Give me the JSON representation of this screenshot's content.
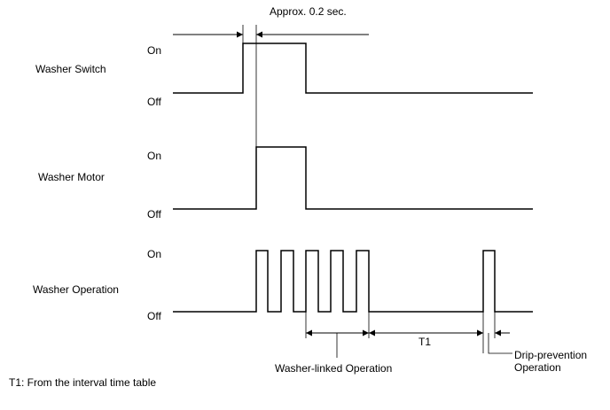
{
  "timing_chart": {
    "annotations": {
      "approx": "Approx. 0.2 sec.",
      "t1": "T1",
      "washer_linked": "Washer-linked Operation",
      "drip_line1": "Drip-prevention",
      "drip_line2": "Operation",
      "footnote": "T1: From the interval time table"
    },
    "signals": [
      {
        "name": "Washer Switch",
        "on_label": "On",
        "off_label": "Off"
      },
      {
        "name": "Washer Motor",
        "on_label": "On",
        "off_label": "Off"
      },
      {
        "name": "Washer Operation",
        "on_label": "On",
        "off_label": "Off"
      }
    ]
  }
}
